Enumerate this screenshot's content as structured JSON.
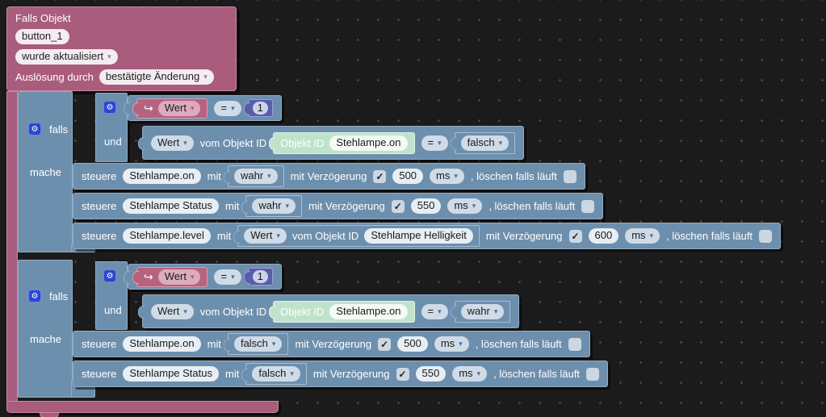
{
  "icons": {
    "gear": "⚙",
    "redirect": "↪",
    "check": "✓",
    "dropdown": "▾"
  },
  "colors": {
    "workspace_bg": "#1b1b1b",
    "trigger_pink": "#a95c7c",
    "block_blue": "#6d8fae",
    "objectid_green": "#bfe3ca",
    "number_indigo": "#565da9",
    "gear_badge_blue": "#2b46cf"
  },
  "trigger": {
    "title": "Falls Objekt",
    "object": "button_1",
    "event": "wurde aktualisiert",
    "mode_label": "Auslösung durch",
    "mode": "bestätigte Änderung"
  },
  "kw": {
    "falls": "falls",
    "mache": "mache",
    "und": "und",
    "steuere": "steuere",
    "mit": "mit",
    "vom_objekt_id": "vom Objekt ID",
    "mit_verzoegerung": "mit Verzögerung",
    "loeschen": ", löschen falls läuft",
    "objekt_id": "Objekt ID",
    "equals": "=",
    "ms": "ms",
    "wert": "Wert"
  },
  "rule1": {
    "trigger_value": "Wert",
    "op1": "=",
    "number": "1",
    "getter_value": "Wert",
    "object_id": "Stehlampe.on",
    "op2": "=",
    "bool": "falsch",
    "actions": [
      {
        "object": "Stehlampe.on",
        "value": "wahr",
        "delay_enabled": true,
        "delay": "500",
        "unit": "ms",
        "clear_running": false
      },
      {
        "object": "Stehlampe Status",
        "value": "wahr",
        "delay_enabled": true,
        "delay": "550",
        "unit": "ms",
        "clear_running": false
      },
      {
        "object": "Stehlampe.level",
        "value_getter": "Wert",
        "source_object": "Stehlampe Helligkeit",
        "delay_enabled": true,
        "delay": "600",
        "unit": "ms",
        "clear_running": false
      }
    ]
  },
  "rule2": {
    "trigger_value": "Wert",
    "op1": "=",
    "number": "1",
    "getter_value": "Wert",
    "object_id": "Stehlampe.on",
    "op2": "=",
    "bool": "wahr",
    "actions": [
      {
        "object": "Stehlampe.on",
        "value": "falsch",
        "delay_enabled": true,
        "delay": "500",
        "unit": "ms",
        "clear_running": false
      },
      {
        "object": "Stehlampe Status",
        "value": "falsch",
        "delay_enabled": true,
        "delay": "550",
        "unit": "ms",
        "clear_running": false
      }
    ]
  }
}
